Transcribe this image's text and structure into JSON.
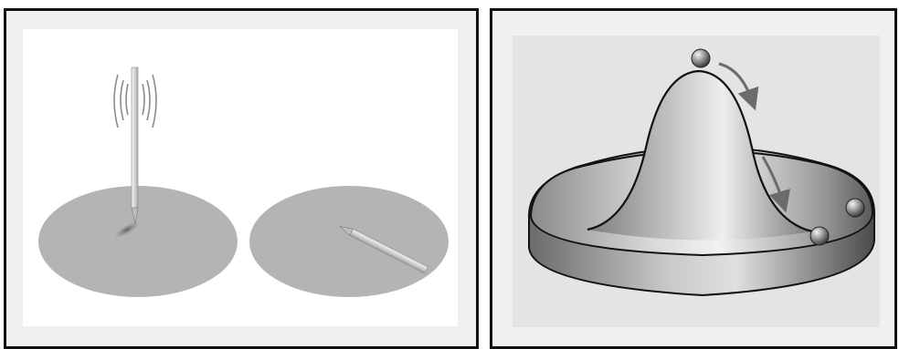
{
  "figure": {
    "panels": [
      {
        "id": "left",
        "content": [
          "vibrating-pencil-on-tip",
          "pencil-lying-flat"
        ]
      },
      {
        "id": "right",
        "content": [
          "sombrero-potential",
          "ball-on-peak",
          "balls-in-trough",
          "roll-arrows"
        ]
      }
    ],
    "colors": {
      "border": "#111111",
      "panel_bg": "#f0f0f0",
      "inner_bg": "#ffffff",
      "disc": "#b4b4b4",
      "pencil": "#dcdcdc",
      "surface_dark": "#7a7a7a",
      "surface_light": "#e2e2e2",
      "arrow": "#6b6b6b"
    }
  }
}
